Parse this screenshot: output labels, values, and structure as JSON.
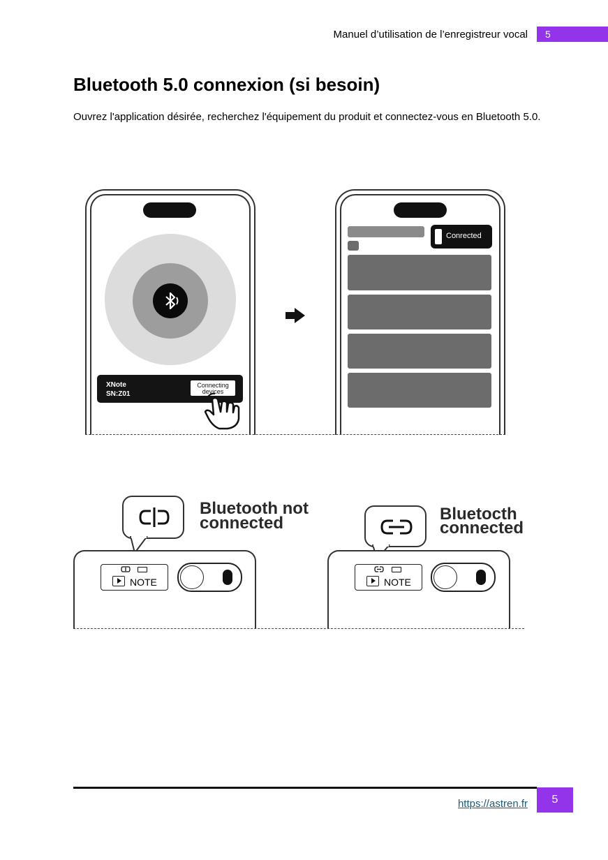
{
  "header": {
    "title": "Manuel d’utilisation de l’enregistreur vocal",
    "page_number": "5"
  },
  "section": {
    "title": "Bluetooth 5.0 connexion (si besoin)",
    "intro": "Ouvrez l'application désirée, recherchez l'équipement du produit et connectez-vous en Bluetooth 5.0."
  },
  "figure_pairing": {
    "device_name": "XNote",
    "device_serial": "SN:Z01",
    "connect_button_line1": "Connecting",
    "connect_button_line2": "devices",
    "status_label": "Conrected"
  },
  "figure_indicator": {
    "not_connected_line1": "Bluetooth not",
    "not_connected_line2": "connected",
    "connected_line1": "Bluetocth",
    "connected_line2": "connected",
    "note_label": "NOTE"
  },
  "footer": {
    "link_text": "https://astren.fr",
    "page_number": "5"
  },
  "colors": {
    "accent": "#9333ea",
    "link": "#1f5a7a"
  }
}
